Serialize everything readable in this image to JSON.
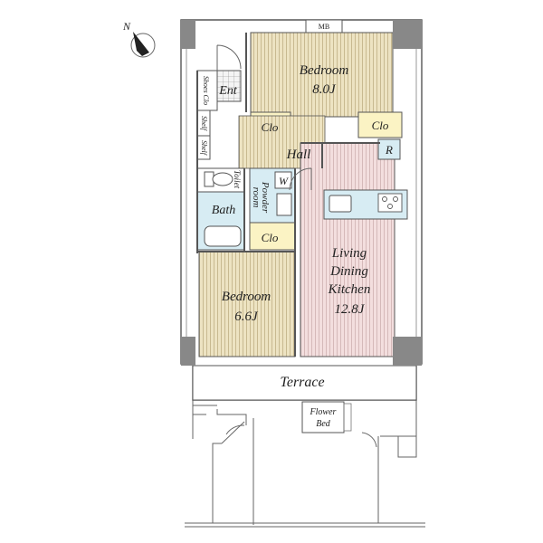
{
  "compass": {
    "label": "N"
  },
  "rooms": {
    "bedroom_top": {
      "name": "Bedroom",
      "size": "8.0J"
    },
    "bedroom_bottom": {
      "name": "Bedroom",
      "size": "6.6J"
    },
    "ldk": {
      "line1": "Living",
      "line2": "Dining",
      "line3": "Kitchen",
      "size": "12.8J"
    },
    "entrance": "Ent",
    "shoes_closet": "Shoes Clo",
    "shelf_1": "Shelf",
    "shelf_2": "Shelf",
    "closet_top_left": "Clo",
    "closet_top_right": "Clo",
    "closet_bottom": "Clo",
    "hall": "Hall",
    "refrigerator": "R",
    "toilet": "Toilet",
    "washer": "W",
    "powder_room_1": "Powder",
    "powder_room_2": "room",
    "bath": "Bath",
    "meter_box": "MB",
    "terrace": "Terrace",
    "flower_bed_1": "Flower",
    "flower_bed_2": "Bed"
  },
  "colors": {
    "bedroom_fill": "#ede3c2",
    "ldk_fill": "#f3dede",
    "wet_area_fill": "#d7ecf3",
    "closet_fill": "#fbf3c4",
    "column_fill": "#888888"
  }
}
